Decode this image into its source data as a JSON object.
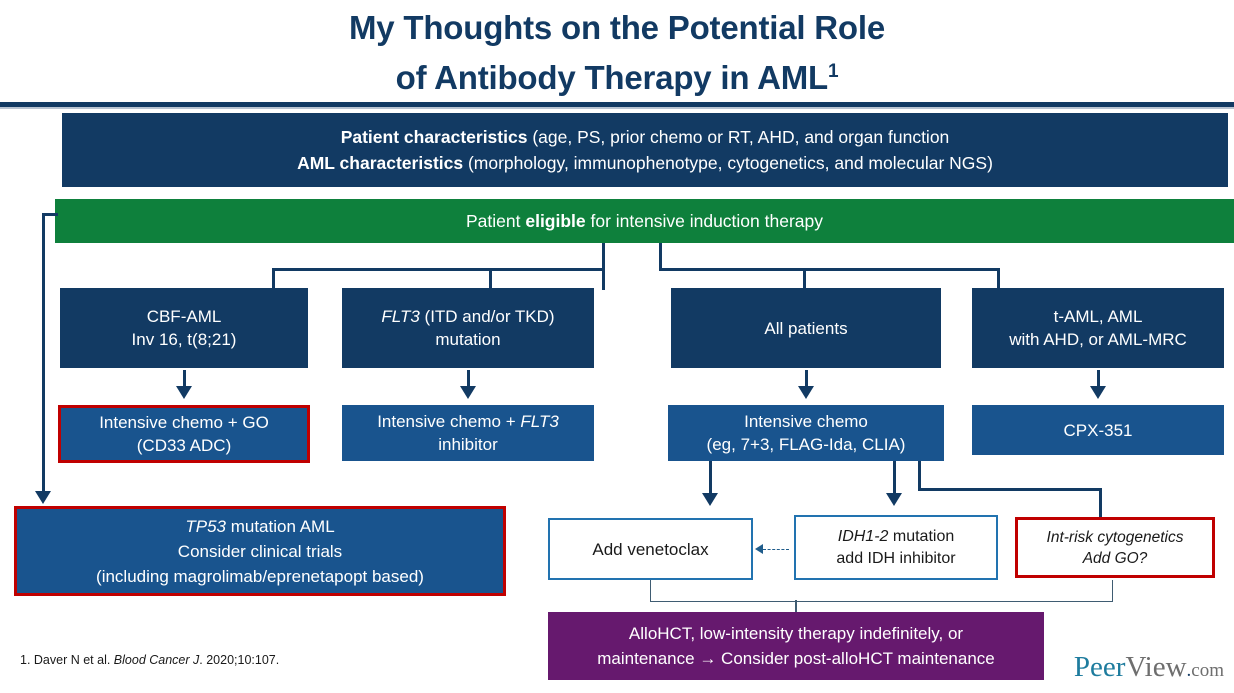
{
  "title": {
    "line1": "My Thoughts on the Potential Role",
    "line2": "of Antibody Therapy in AML",
    "superscript": "1"
  },
  "header_box": {
    "line1_bold": "Patient characteristics",
    "line1_rest": " (age, PS, prior chemo or RT, AHD, and organ function",
    "line2_bold": "AML characteristics",
    "line2_rest": " (morphology, immunophenotype, cytogenetics, and molecular NGS)"
  },
  "eligibility_bar": {
    "pre": "Patient ",
    "bold": "eligible",
    "post": " for intensive induction therapy"
  },
  "categories": [
    {
      "name": "cbf-aml",
      "line1": "CBF-AML",
      "line2": "Inv 16, t(8;21)"
    },
    {
      "name": "flt3",
      "line1_italic": "FLT3",
      "line1_rest": " (ITD and/or TKD)",
      "line2": "mutation"
    },
    {
      "name": "all-patients",
      "line1": "All patients",
      "line2": ""
    },
    {
      "name": "t-aml",
      "line1": "t-AML, AML",
      "line2": "with AHD, or AML-MRC"
    }
  ],
  "treatments": [
    {
      "name": "chemo-go",
      "line1": "Intensive chemo + GO",
      "line2": "(CD33 ADC)",
      "highlighted": true
    },
    {
      "name": "chemo-flt3",
      "line1_pre": "Intensive chemo + ",
      "line1_italic": "FLT3",
      "line2": "inhibitor"
    },
    {
      "name": "intensive-chemo",
      "line1": "Intensive chemo",
      "line2": "(eg, 7+3, FLAG-Ida, CLIA)"
    },
    {
      "name": "cpx-351",
      "line1": "CPX-351",
      "line2": ""
    }
  ],
  "tp53_box": {
    "line1_italic": "TP53",
    "line1_rest": " mutation AML",
    "line2": "Consider clinical trials",
    "line3": "(including magrolimab/eprenetapopt based)"
  },
  "venetoclax_box": {
    "label": "Add venetoclax"
  },
  "idh_box": {
    "line1_italic": "IDH1-2",
    "line1_rest": " mutation",
    "line2": "add IDH inhibitor"
  },
  "intrisk_box": {
    "line1": "Int-risk cytogenetics",
    "line2": "Add GO?"
  },
  "allohct_box": {
    "line1": "AlloHCT, low-intensity therapy indefinitely, or",
    "line2": "maintenance → Consider post-alloHCT maintenance"
  },
  "citation": {
    "prefix": "1. Daver N et al. ",
    "journal": "Blood Cancer J",
    "suffix": ". 2020;10:107."
  },
  "logo": {
    "peer": "Peer",
    "view": "View",
    "dot": ".",
    "com": "com"
  },
  "colors": {
    "navy": "#123A63",
    "green": "#0E803C",
    "blue": "#19548E",
    "purple": "#66196E",
    "red_highlight": "#C00000",
    "box_border_blue": "#2273B0",
    "title": "#123A63"
  }
}
